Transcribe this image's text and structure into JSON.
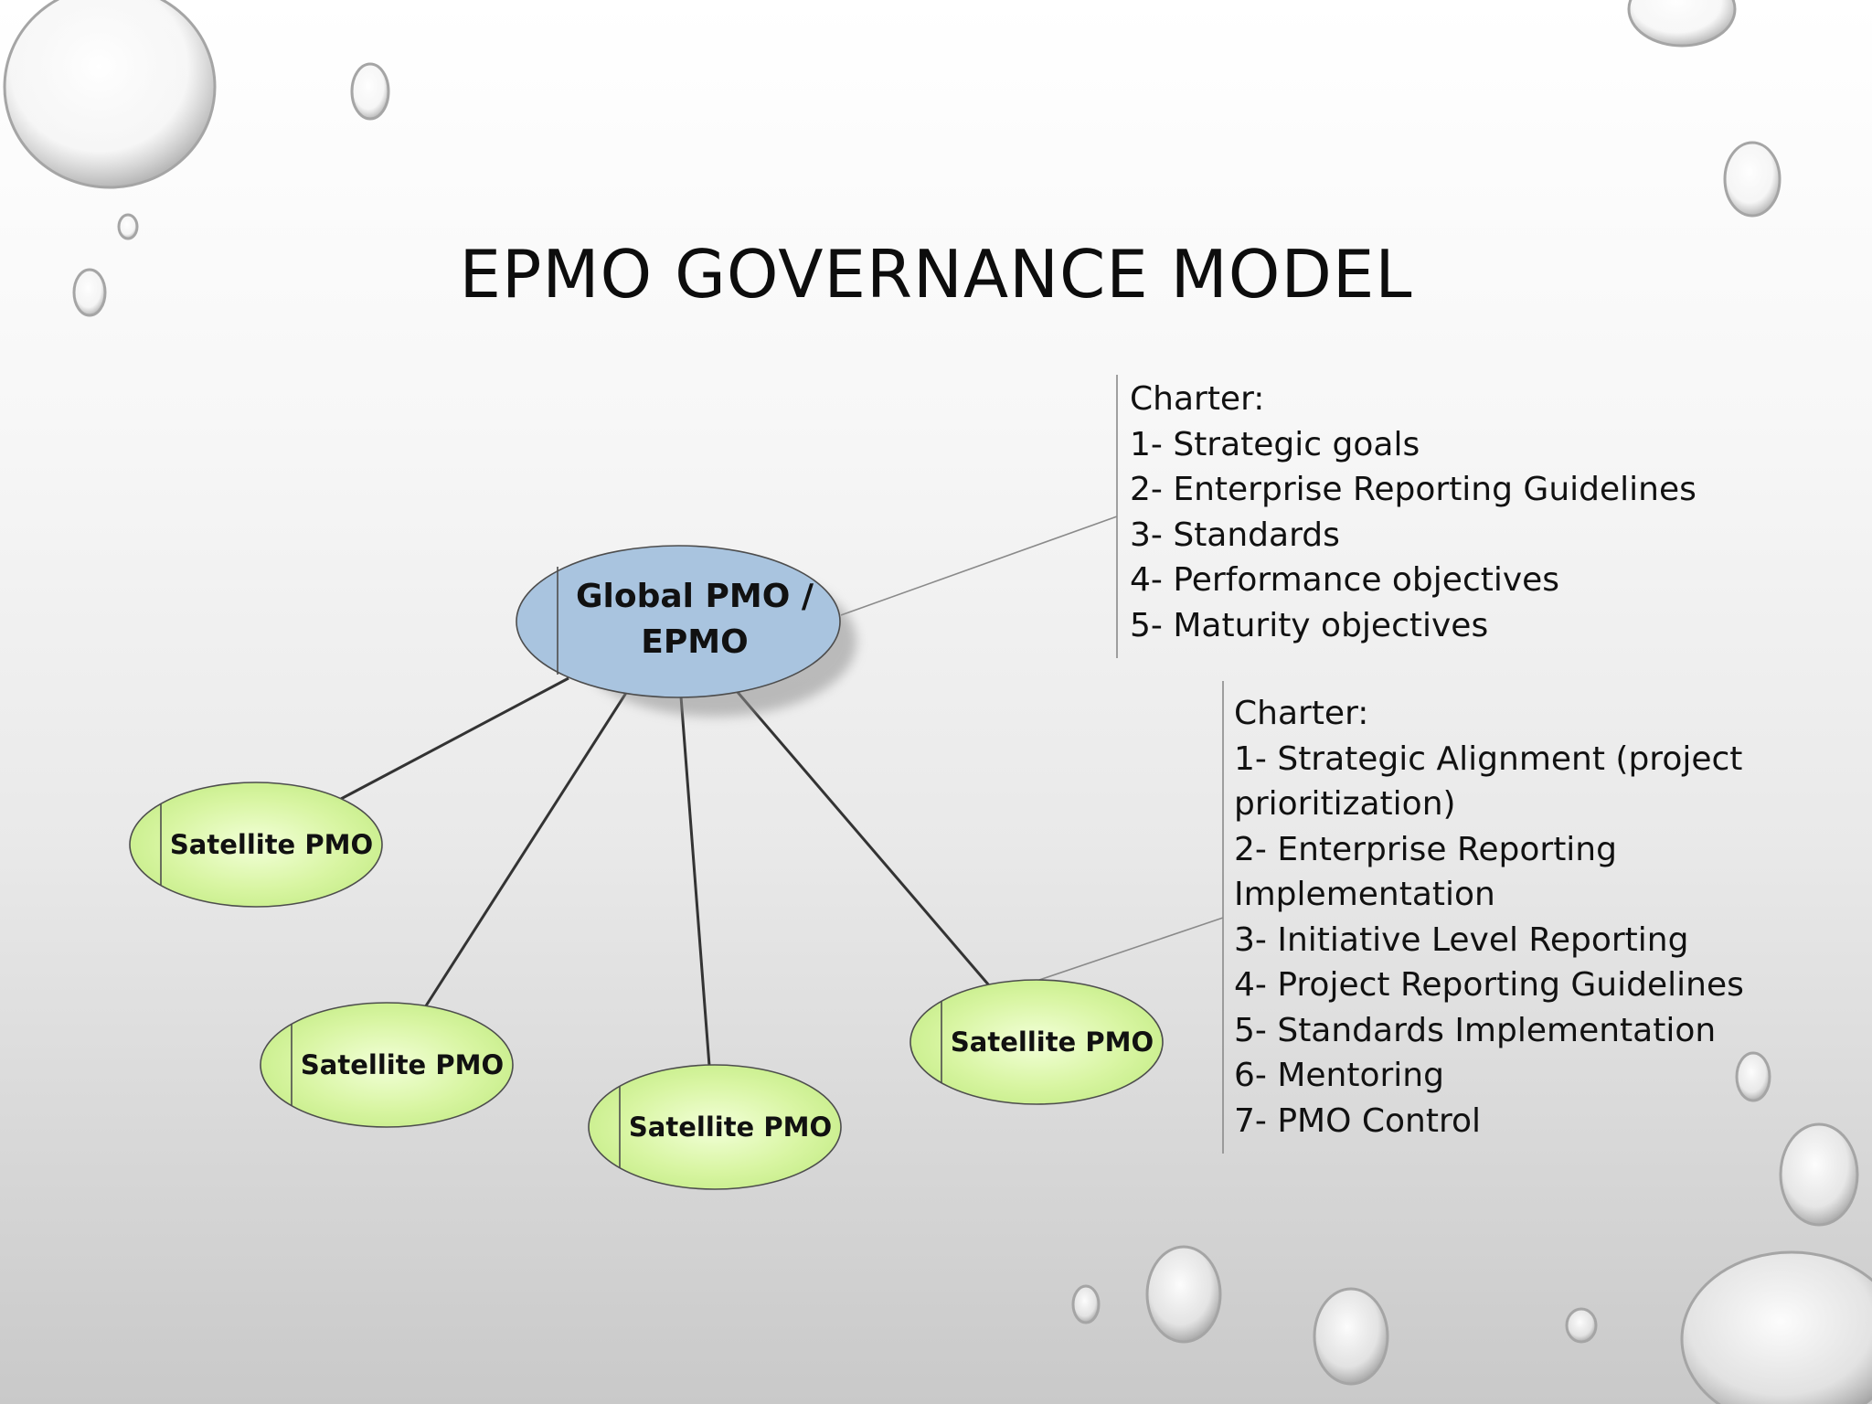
{
  "slide": {
    "title": "EPMO GOVERNANCE MODEL"
  },
  "nodes": {
    "global": {
      "line1": "Global PMO /",
      "line2": "EPMO"
    },
    "satellites": [
      {
        "label": "Satellite PMO"
      },
      {
        "label": "Satellite PMO"
      },
      {
        "label": "Satellite PMO"
      },
      {
        "label": "Satellite PMO"
      }
    ]
  },
  "charters": {
    "global": {
      "heading": "Charter:",
      "items": [
        "1- Strategic goals",
        "2- Enterprise Reporting Guidelines",
        "3- Standards",
        "4- Performance objectives",
        "5- Maturity objectives"
      ]
    },
    "satellite": {
      "heading": "Charter:",
      "items": [
        "1- Strategic Alignment (project prioritization)",
        "2- Enterprise Reporting Implementation",
        "3- Initiative Level Reporting",
        "4- Project Reporting Guidelines",
        "5- Standards Implementation",
        "6- Mentoring",
        "7- PMO Control"
      ]
    }
  },
  "colors": {
    "global_node_fill": "#a9c4df",
    "satellite_node_fill": "#d8f5a2",
    "node_stroke": "#4d4d4d",
    "connector": "#333333",
    "callout_line": "#8a8a8a"
  }
}
